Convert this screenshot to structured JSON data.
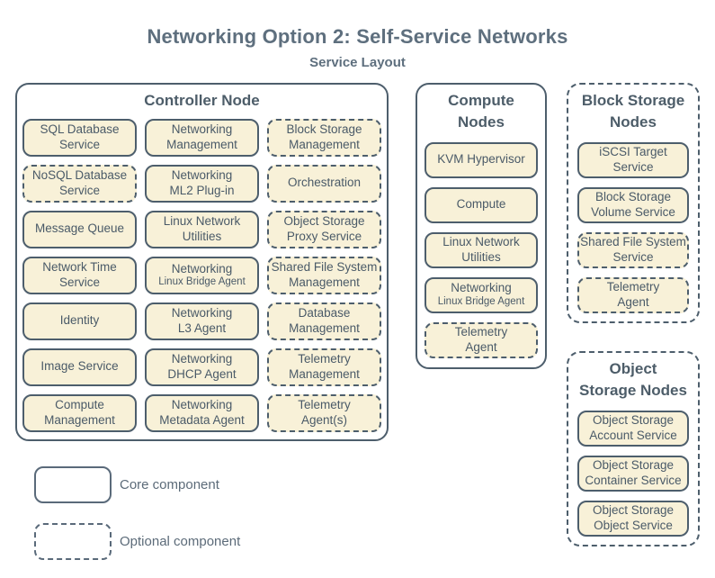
{
  "title": "Networking Option 2: Self-Service Networks",
  "subtitle": "Service Layout",
  "colors": {
    "outline": "#4d5e6c",
    "box_fill": "#f8f1d8",
    "text": "#4a5a68",
    "title_text": "#5e6f7e"
  },
  "groups": {
    "controller": {
      "title": "Controller Node",
      "services": [
        {
          "l1": "SQL Database",
          "l2": "Service",
          "type": "core"
        },
        {
          "l1": "Networking",
          "l2": "Management",
          "type": "core"
        },
        {
          "l1": "Block Storage",
          "l2": "Management",
          "type": "optional"
        },
        {
          "l1": "NoSQL Database",
          "l2": "Service",
          "type": "optional"
        },
        {
          "l1": "Networking",
          "l2": "ML2 Plug-in",
          "type": "core"
        },
        {
          "l1": "Orchestration",
          "type": "optional"
        },
        {
          "l1": "Message Queue",
          "type": "core"
        },
        {
          "l1": "Linux Network",
          "l2": "Utilities",
          "type": "core"
        },
        {
          "l1": "Object Storage",
          "l2": "Proxy Service",
          "type": "optional"
        },
        {
          "l1": "Network Time",
          "l2": "Service",
          "type": "core"
        },
        {
          "l1": "Networking",
          "sub": "Linux Bridge Agent",
          "type": "core"
        },
        {
          "l1": "Shared File System",
          "l2": "Management",
          "type": "optional"
        },
        {
          "l1": "Identity",
          "type": "core"
        },
        {
          "l1": "Networking",
          "l2": "L3 Agent",
          "type": "core"
        },
        {
          "l1": "Database",
          "l2": "Management",
          "type": "optional"
        },
        {
          "l1": "Image Service",
          "type": "core"
        },
        {
          "l1": "Networking",
          "l2": "DHCP Agent",
          "type": "core"
        },
        {
          "l1": "Telemetry",
          "l2": "Management",
          "type": "optional"
        },
        {
          "l1": "Compute",
          "l2": "Management",
          "type": "core"
        },
        {
          "l1": "Networking",
          "l2": "Metadata Agent",
          "type": "core"
        },
        {
          "l1": "Telemetry",
          "l2": "Agent(s)",
          "type": "optional"
        }
      ]
    },
    "compute": {
      "title_l1": "Compute",
      "title_l2": "Nodes",
      "services": [
        {
          "l1": "KVM Hypervisor",
          "type": "core"
        },
        {
          "l1": "Compute",
          "type": "core"
        },
        {
          "l1": "Linux Network",
          "l2": "Utilities",
          "type": "core"
        },
        {
          "l1": "Networking",
          "sub": "Linux Bridge Agent",
          "type": "core"
        },
        {
          "l1": "Telemetry",
          "l2": "Agent",
          "type": "optional"
        }
      ]
    },
    "block_storage": {
      "title_l1": "Block Storage",
      "title_l2": "Nodes",
      "services": [
        {
          "l1": "iSCSI Target",
          "l2": "Service",
          "type": "core"
        },
        {
          "l1": "Block Storage",
          "l2": "Volume Service",
          "type": "core"
        },
        {
          "l1": "Shared File System",
          "l2": "Service",
          "type": "optional"
        },
        {
          "l1": "Telemetry",
          "l2": "Agent",
          "type": "optional"
        }
      ]
    },
    "object_storage": {
      "title_l1": "Object",
      "title_l2": "Storage Nodes",
      "services": [
        {
          "l1": "Object Storage",
          "l2": "Account Service",
          "type": "core"
        },
        {
          "l1": "Object Storage",
          "l2": "Container Service",
          "type": "core"
        },
        {
          "l1": "Object Storage",
          "l2": "Object Service",
          "type": "core"
        }
      ]
    }
  },
  "legend": {
    "core_label": "Core component",
    "optional_label": "Optional component"
  }
}
